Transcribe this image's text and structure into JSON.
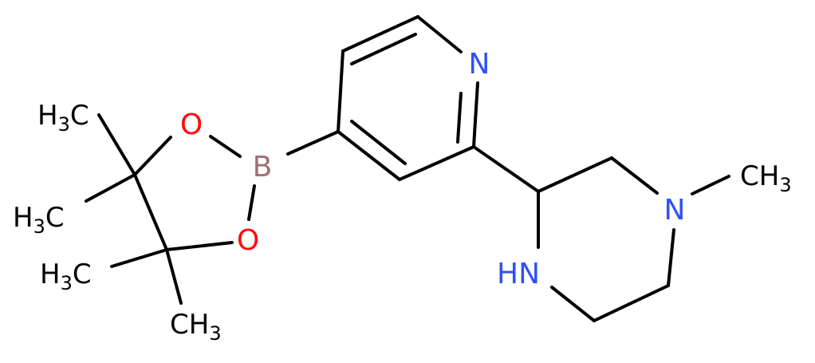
{
  "molecule": {
    "atom_labels": {
      "n_pyridine": "N",
      "n_methyl": "N",
      "nh": "HN",
      "boron": "B",
      "o_upper": "O",
      "o_lower": "O",
      "methyl_n": "CH3",
      "methyl_1": "H3C",
      "methyl_2": "H3C",
      "methyl_3": "H3C",
      "methyl_4": "CH3"
    },
    "colors": {
      "bond": "#000000",
      "nitrogen": "#3050F8",
      "oxygen": "#FF0D0D",
      "boron": "#FFB5B5",
      "boron_text": "#A07070",
      "carbon": "#000000"
    }
  }
}
